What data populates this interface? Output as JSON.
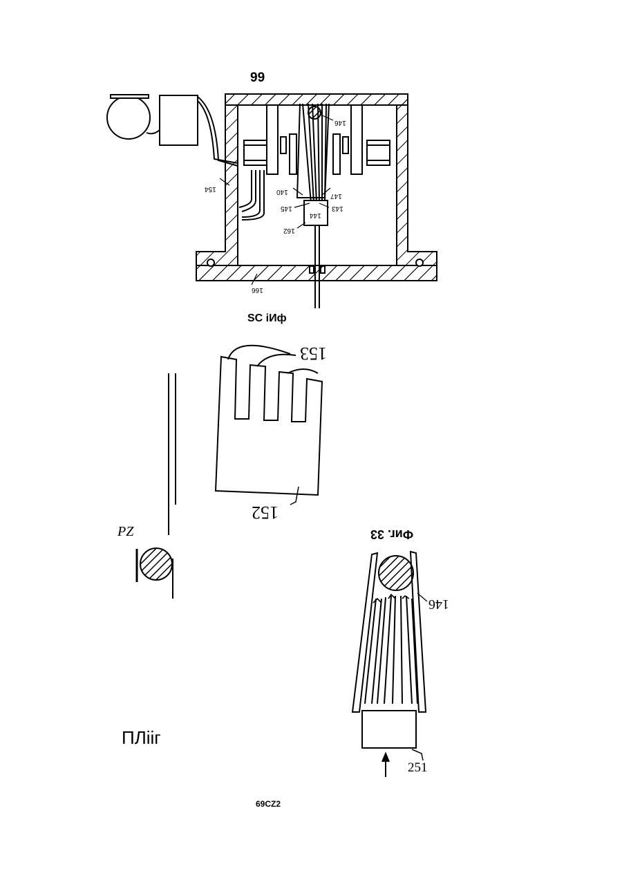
{
  "page": {
    "top_number": "99",
    "bottom_code": "69CZ2"
  },
  "figure_top": {
    "caption": "SC iИф",
    "labels": [
      "146",
      "154",
      "140",
      "147",
      "145",
      "143",
      "144",
      "162",
      "166"
    ]
  },
  "figure_mid": {
    "label_top": "153",
    "label_bottom": "152",
    "caption": "Фиг. 33"
  },
  "figure_left": {
    "mark": "PZ",
    "caption": "ПЛiiг"
  },
  "figure_bottom": {
    "label_side": "146",
    "label_bottom": "251"
  }
}
